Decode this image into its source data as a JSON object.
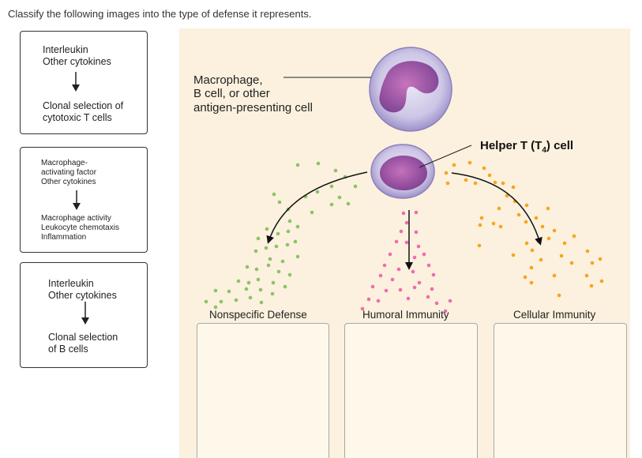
{
  "instruction": "Classify the following images into the type of defense it represents.",
  "cards": [
    {
      "lines_top": [
        "Interleukin",
        "Other cytokines"
      ],
      "lines_bottom": [
        "Clonal selection of",
        "cytotoxic T cells"
      ]
    },
    {
      "lines_top": [
        "Macrophage-",
        "activating factor",
        "Other cytokines"
      ],
      "lines_bottom": [
        "Macrophage activity",
        "Leukocyte chemotaxis",
        "Inflammation"
      ]
    },
    {
      "lines_top": [
        "Interleukin",
        "Other cytokines"
      ],
      "lines_bottom": [
        "Clonal selection",
        "of B cells"
      ]
    }
  ],
  "diagram": {
    "apc_label": [
      "Macrophage,",
      "B cell, or other",
      "antigen-presenting cell"
    ],
    "helper_label": {
      "main": "Helper T (T",
      "sub": "4",
      "end": ") cell"
    }
  },
  "dropzones": [
    {
      "label": "Nonspecific Defense"
    },
    {
      "label": "Humoral Immunity"
    },
    {
      "label": "Cellular Immunity"
    }
  ],
  "colors": {
    "green_dots": "#8cc269",
    "pink_dots": "#f06bb0",
    "orange_dots": "#f7a51c",
    "stage_bg": "#fbf1de"
  }
}
